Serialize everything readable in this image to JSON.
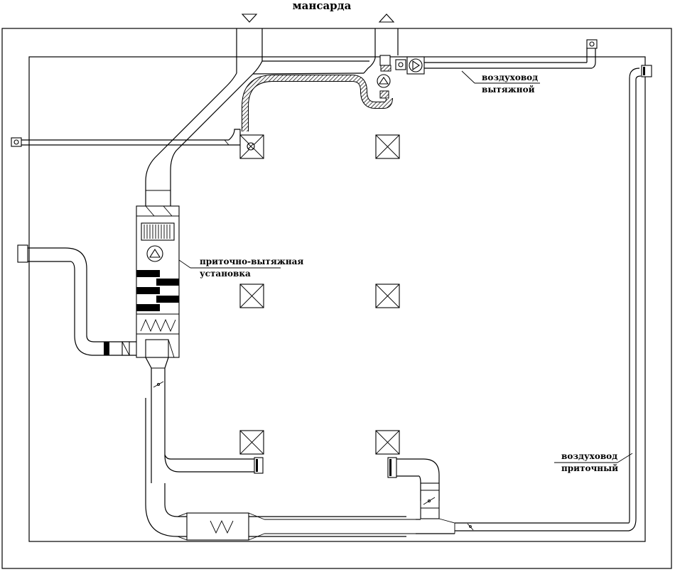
{
  "title": "мансарда",
  "labels": {
    "exhaust_duct": [
      "воздуховод",
      "вытяжной"
    ],
    "unit": [
      "приточно-вытяжная",
      "установка"
    ],
    "supply_duct": [
      "воздуховод",
      "приточный"
    ]
  },
  "grilles": [
    {
      "id": "ceiling-diffuser-1"
    },
    {
      "id": "ceiling-diffuser-2"
    },
    {
      "id": "ceiling-diffuser-3"
    },
    {
      "id": "ceiling-diffuser-4"
    },
    {
      "id": "ceiling-diffuser-5"
    },
    {
      "id": "ceiling-diffuser-6"
    }
  ]
}
